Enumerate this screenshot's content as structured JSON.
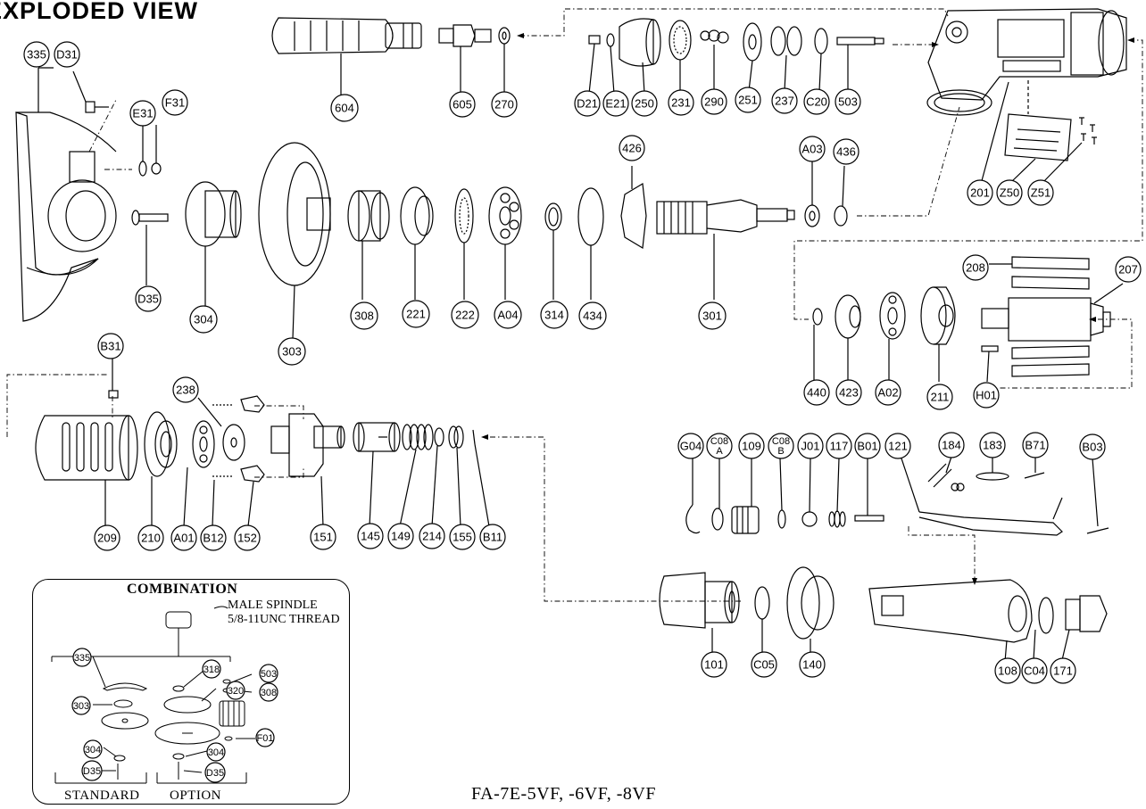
{
  "title": "EXPLODED VIEW",
  "model": "FA-7E-5VF,  -6VF,  -8VF",
  "combination": {
    "title": "COMBINATION",
    "note_line1": "MALE SPINDLE",
    "note_line2": "5/8-11UNC THREAD",
    "standard": "STANDARD",
    "option": "OPTION"
  },
  "callouts": [
    {
      "id": "335"
    },
    {
      "id": "D31"
    },
    {
      "id": "E31"
    },
    {
      "id": "F31"
    },
    {
      "id": "D35"
    },
    {
      "id": "304"
    },
    {
      "id": "303"
    },
    {
      "id": "604"
    },
    {
      "id": "605"
    },
    {
      "id": "270"
    },
    {
      "id": "D21"
    },
    {
      "id": "E21"
    },
    {
      "id": "250"
    },
    {
      "id": "231"
    },
    {
      "id": "290"
    },
    {
      "id": "251"
    },
    {
      "id": "237"
    },
    {
      "id": "C20"
    },
    {
      "id": "503"
    },
    {
      "id": "201"
    },
    {
      "id": "Z50"
    },
    {
      "id": "Z51"
    },
    {
      "id": "308"
    },
    {
      "id": "221"
    },
    {
      "id": "222"
    },
    {
      "id": "A04"
    },
    {
      "id": "314"
    },
    {
      "id": "434"
    },
    {
      "id": "426"
    },
    {
      "id": "301"
    },
    {
      "id": "A03"
    },
    {
      "id": "436"
    },
    {
      "id": "208"
    },
    {
      "id": "207"
    },
    {
      "id": "440"
    },
    {
      "id": "423"
    },
    {
      "id": "A02"
    },
    {
      "id": "211"
    },
    {
      "id": "H01"
    },
    {
      "id": "B31"
    },
    {
      "id": "238"
    },
    {
      "id": "209"
    },
    {
      "id": "210"
    },
    {
      "id": "A01"
    },
    {
      "id": "B12"
    },
    {
      "id": "152"
    },
    {
      "id": "151"
    },
    {
      "id": "145"
    },
    {
      "id": "149"
    },
    {
      "id": "214"
    },
    {
      "id": "155"
    },
    {
      "id": "B11"
    },
    {
      "id": "G04"
    },
    {
      "id": "C08A",
      "line1": "C08",
      "line2": "A"
    },
    {
      "id": "109"
    },
    {
      "id": "C08B",
      "line1": "C08",
      "line2": "B"
    },
    {
      "id": "J01"
    },
    {
      "id": "117"
    },
    {
      "id": "B01"
    },
    {
      "id": "121"
    },
    {
      "id": "184"
    },
    {
      "id": "183"
    },
    {
      "id": "B71"
    },
    {
      "id": "B03"
    },
    {
      "id": "101"
    },
    {
      "id": "C05"
    },
    {
      "id": "140"
    },
    {
      "id": "108"
    },
    {
      "id": "C04"
    },
    {
      "id": "171"
    }
  ],
  "combo_callouts": [
    {
      "id": "335"
    },
    {
      "id": "318"
    },
    {
      "id": "503"
    },
    {
      "id": "320"
    },
    {
      "id": "308"
    },
    {
      "id": "303"
    },
    {
      "id": "F01"
    },
    {
      "id": "304a",
      "text": "304"
    },
    {
      "id": "304b",
      "text": "304"
    },
    {
      "id": "D35a",
      "text": "D35"
    },
    {
      "id": "D35b",
      "text": "D35"
    }
  ]
}
